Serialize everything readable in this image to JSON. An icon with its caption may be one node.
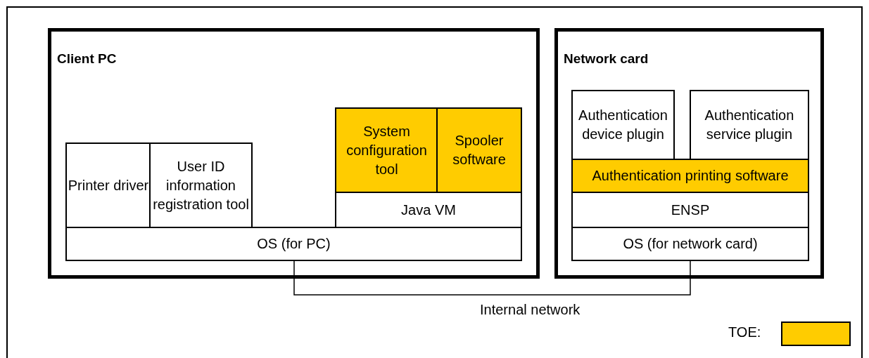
{
  "diagram": {
    "nodes": [
      {
        "text": [
          "Client PC"
        ]
      },
      {
        "text": [
          "Printer driver"
        ],
        "in": 0
      },
      {
        "text": [
          "User ID information registration tool"
        ],
        "in": 0
      },
      {
        "text": [
          "System configuration tool"
        ],
        "in": 0
      },
      {
        "text": [
          "Spooler software"
        ],
        "in": 0
      },
      {
        "text": [
          "Java VM"
        ],
        "in": 0
      },
      {
        "text": [
          "OS (for PC)"
        ],
        "in": 0
      },
      {
        "text": [
          "Network card"
        ]
      },
      {
        "text": [
          "Authentication device plugin"
        ],
        "in": 7
      },
      {
        "text": [
          "Authentication service plugin"
        ],
        "in": 7
      },
      {
        "text": [
          "Authentication printing software"
        ],
        "in": 7
      },
      {
        "text": [
          "ENSP"
        ],
        "in": 7
      },
      {
        "text": [
          "OS (for network card)"
        ],
        "in": 7
      }
    ],
    "edges": [
      {
        "from": 6,
        "to": 12,
        "arrow": "none",
        "label": "Internal network"
      }
    ],
    "legend": [
      {
        "text": "TOE:",
        "color": "#ffcc00"
      }
    ]
  }
}
